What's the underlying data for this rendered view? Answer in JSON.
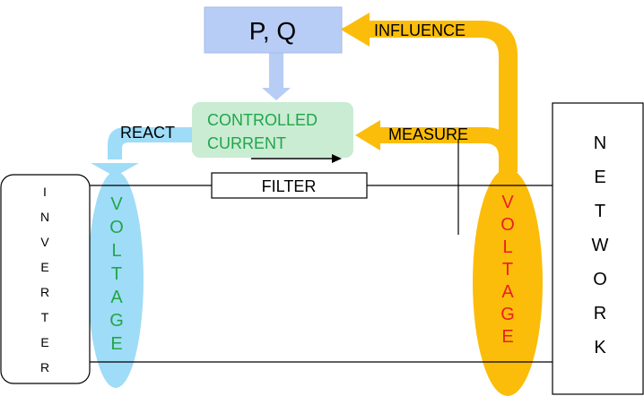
{
  "pq_box": {
    "label": "P, Q",
    "fill": "#b7cdf5",
    "stroke": "#a3bbea"
  },
  "controlled_current": {
    "line1": "CONTROLLED",
    "line2": "CURRENT",
    "fill": "#c9ecd3",
    "text_color": "#22a54a"
  },
  "filter": {
    "label": "FILTER"
  },
  "inverter": {
    "letters": [
      "I",
      "N",
      "V",
      "E",
      "R",
      "T",
      "E",
      "R"
    ]
  },
  "network": {
    "letters": [
      "N",
      "E",
      "T",
      "W",
      "O",
      "R",
      "K"
    ]
  },
  "inverter_voltage": {
    "letters": [
      "V",
      "O",
      "L",
      "T",
      "A",
      "G",
      "E"
    ],
    "fill": "#9fdcf8",
    "text_color": "#22a54a"
  },
  "network_voltage": {
    "letters": [
      "V",
      "O",
      "L",
      "T",
      "A",
      "G",
      "E"
    ],
    "fill": "#fbbd0a",
    "text_color": "#ee1c24"
  },
  "arrows": {
    "influence": "INFLUENCE",
    "measure": "MEASURE",
    "react": "REACT",
    "orange": "#fbbd0a",
    "blue": "#9fdcf8",
    "lightblue": "#b7cdf5"
  }
}
